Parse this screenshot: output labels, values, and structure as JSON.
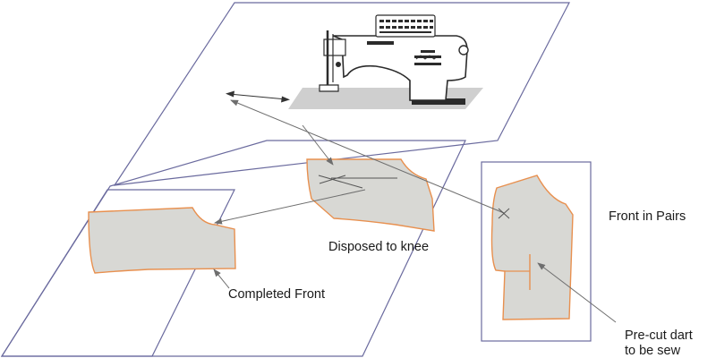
{
  "labels": {
    "front_in_pairs": "Front in Pairs",
    "disposed_to_knee": "Disposed to knee",
    "completed_front": "Completed Front",
    "precut_dart_line1": "Pre-cut dart",
    "precut_dart_line2": "to be sew"
  },
  "colors": {
    "plane_stroke": "#6a6a9e",
    "piece_fill": "#d8d8d4",
    "piece_edge": "#e8904f",
    "arrow": "#6e6e6e",
    "text": "#1a1a1a",
    "table_top": "#cfcfcf",
    "machine_dark": "#2b2b2b"
  },
  "icons": [
    "sewing-machine-icon",
    "double-arrow-icon"
  ]
}
